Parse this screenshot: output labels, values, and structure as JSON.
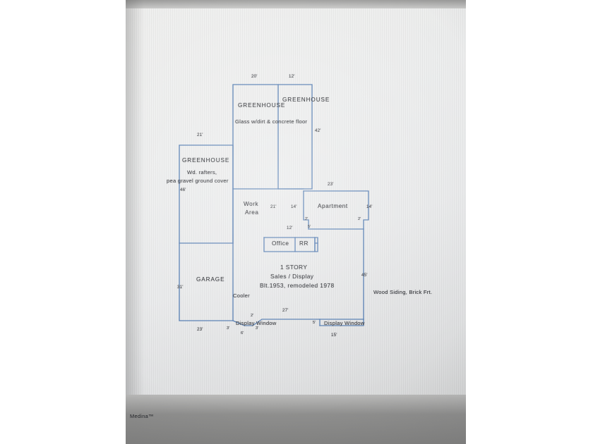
{
  "document": {
    "kind": "property-sketch-photo",
    "watermark": "Medina™",
    "ink_color": "#3d6ba8",
    "text_color": "#181a1e"
  },
  "rooms": {
    "greenhouse_top_left": "GREENHOUSE",
    "greenhouse_top_right": "GREENHOUSE",
    "greenhouse_top_note": "Glass w/dirt & concrete floor",
    "greenhouse_left": "GREENHOUSE",
    "greenhouse_left_note_1": "Wd. rafters,",
    "greenhouse_left_note_2": "pea gravel ground cover",
    "work_area_1": "Work",
    "work_area_2": "Area",
    "apartment": "Apartment",
    "office": "Office",
    "restroom": "RR",
    "garage": "GARAGE",
    "cooler": "Cooler",
    "display_window_left": "Display Window",
    "display_window_right": "Display Window"
  },
  "annotations": {
    "main_line_1": "1 STORY",
    "main_line_2": "Sales / Display",
    "main_line_3": "Blt.1953, remodeled 1978",
    "construction": "Wood Siding, Brick Frt."
  },
  "dimensions": {
    "gh_top_left_width": "20'",
    "gh_top_right_width": "12'",
    "gh_top_right_height": "42'",
    "gh_left_width": "21'",
    "gh_left_height": "46'",
    "work_area_width": "21'",
    "work_apartment_gap": "14'",
    "apartment_top": "23'",
    "apartment_right": "14'",
    "apartment_jog_left": "2'",
    "apartment_jog_right": "2'",
    "office_row_width": "12'",
    "office_row_height": "5'",
    "garage_height": "31'",
    "garage_width": "23'",
    "building_right_height": "45'",
    "cooler_step": "3'",
    "display_left_width": "6'",
    "display_left_step": "3'",
    "display_left_rise": "2'",
    "main_front_width": "27'",
    "display_right_step": "5'",
    "display_right_width": "15'"
  }
}
